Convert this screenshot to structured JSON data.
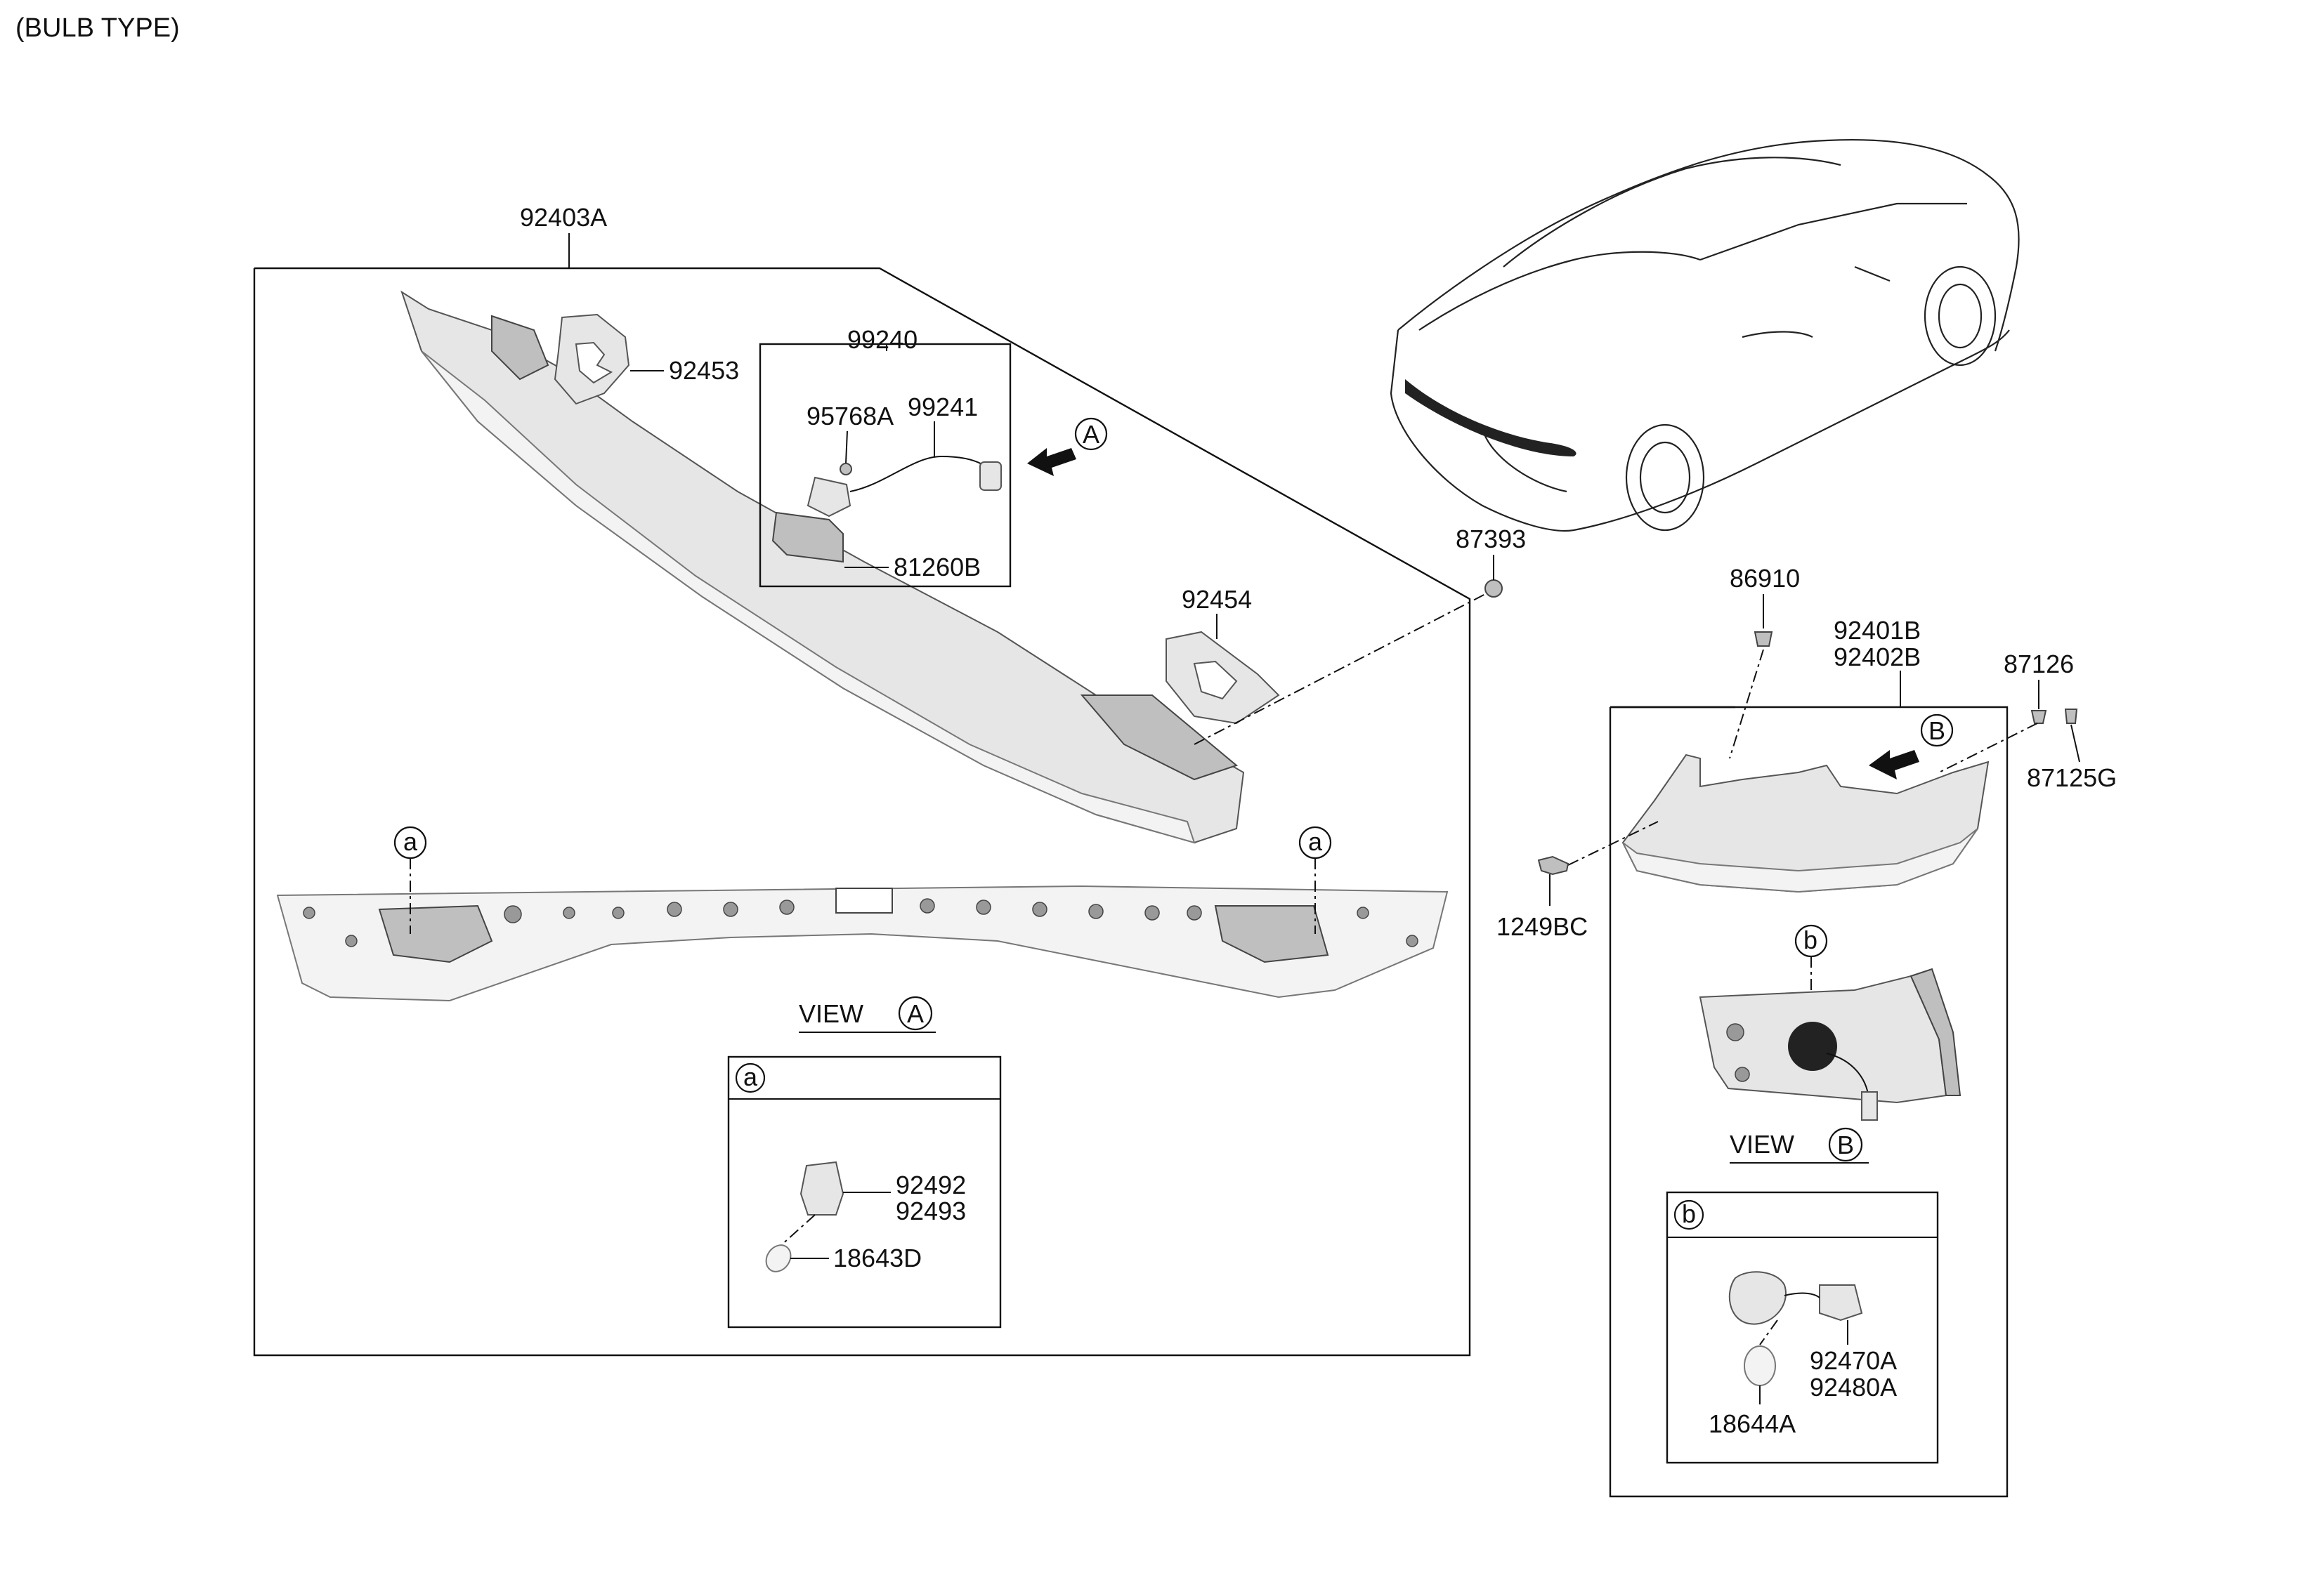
{
  "header": {
    "title": "(BULB TYPE)"
  },
  "labels": {
    "p92403A": "92403A",
    "p92453": "92453",
    "p99240": "99240",
    "p95768A": "95768A",
    "p99241": "99241",
    "p81260B": "81260B",
    "p92454": "92454",
    "p87393": "87393",
    "p86910": "86910",
    "p92401B": "92401B",
    "p92402B": "92402B",
    "p87126": "87126",
    "p87125G": "87125G",
    "p1249BC": "1249BC",
    "p92492": "92492",
    "p92493": "92493",
    "p18643D": "18643D",
    "p92470A": "92470A",
    "p92480A": "92480A",
    "p18644A": "18644A"
  },
  "views": {
    "viewA": {
      "text": "VIEW",
      "letter": "A"
    },
    "viewB": {
      "text": "VIEW",
      "letter": "B"
    }
  },
  "callouts": {
    "arrowA": "A",
    "arrowB": "B",
    "a": "a",
    "b": "b"
  },
  "details": {
    "detailA": {
      "letter": "a"
    },
    "detailB": {
      "letter": "b"
    }
  }
}
